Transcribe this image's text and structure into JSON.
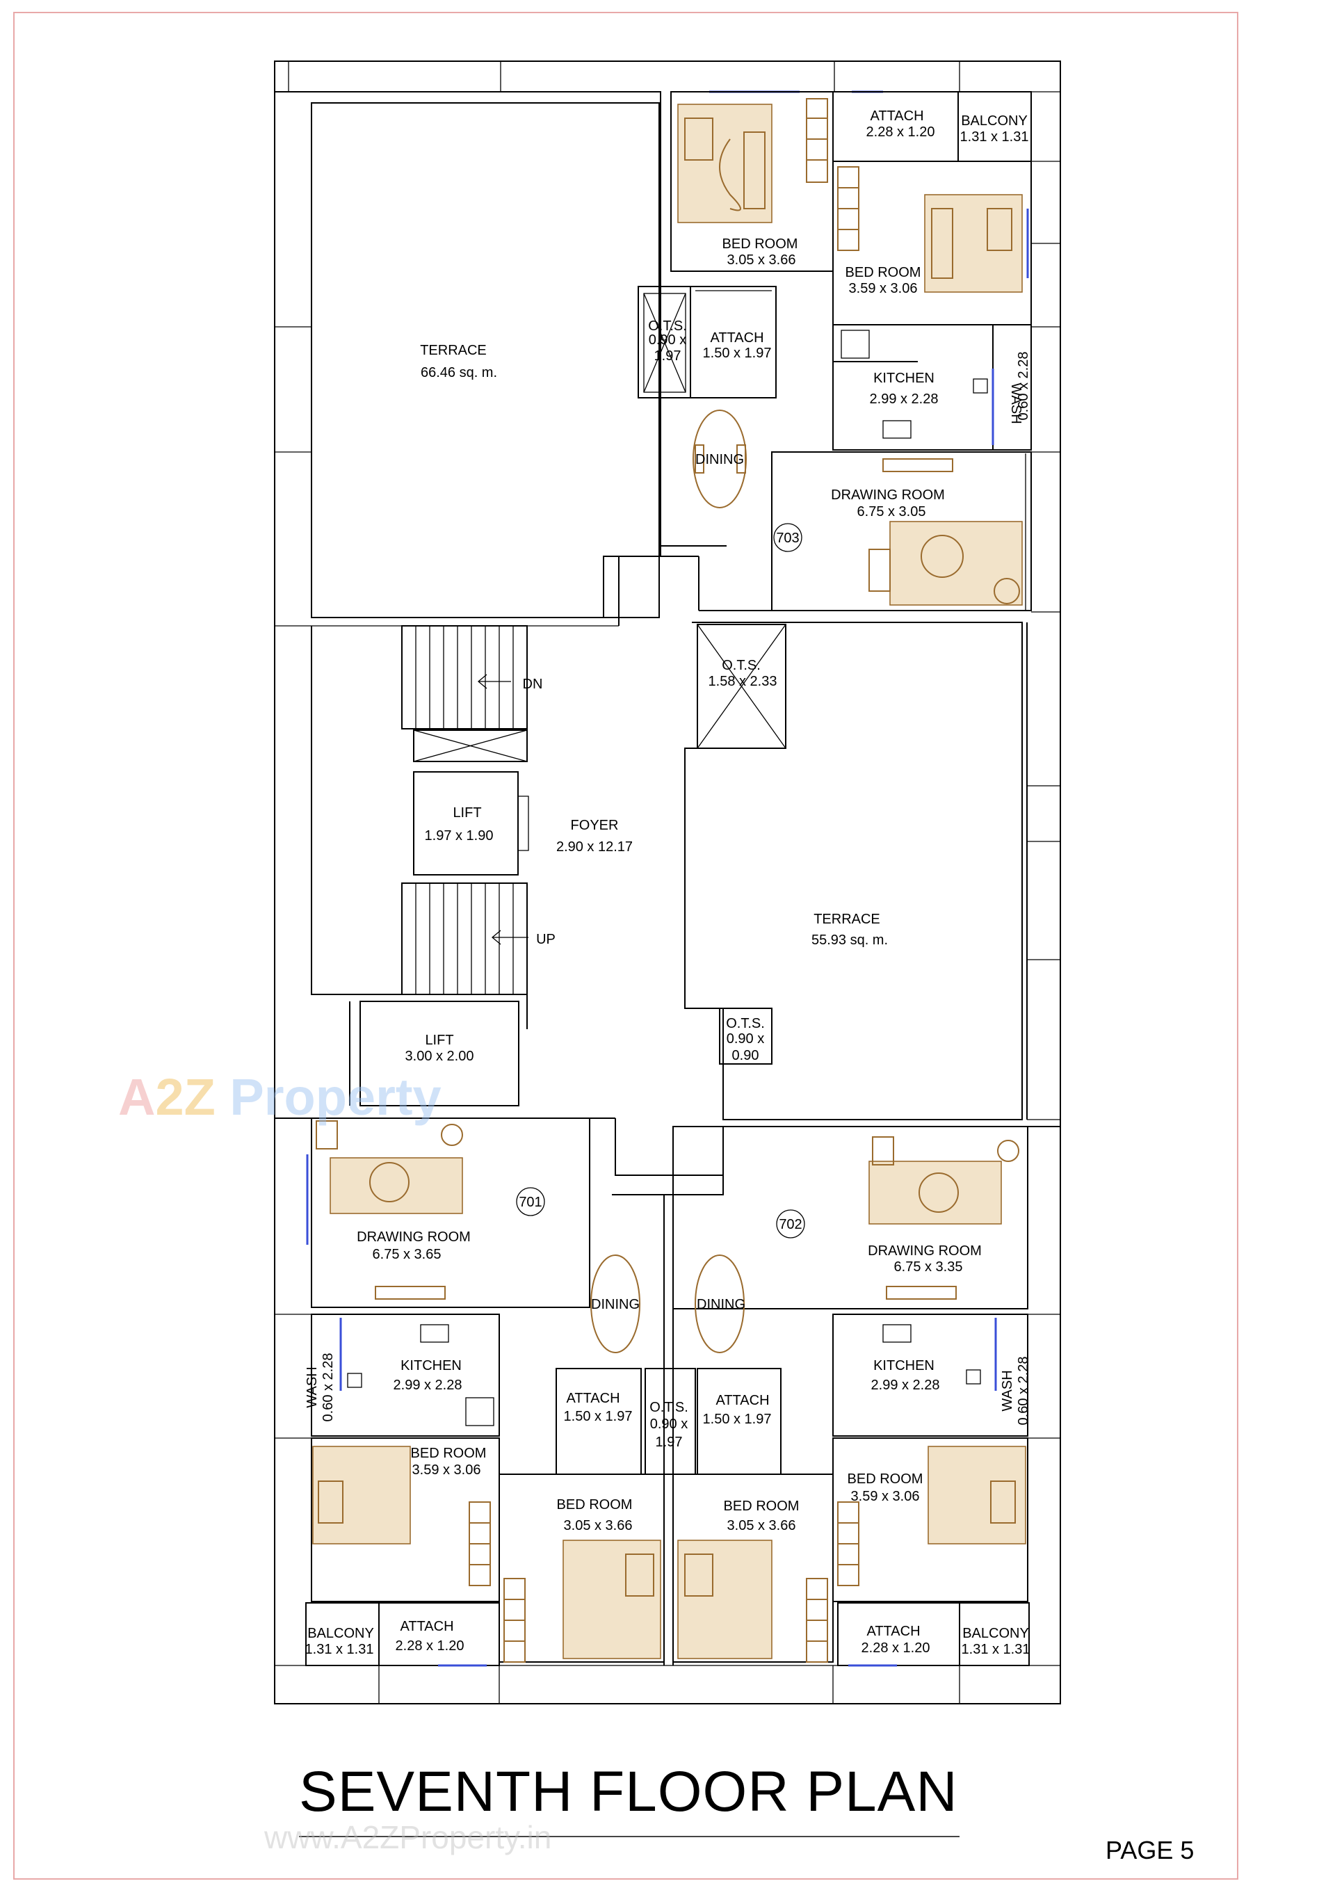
{
  "rooms": {
    "terrace_top": {
      "name": "TERRACE",
      "size": "66.46 sq. m."
    },
    "bed_703_a": {
      "name": "BED ROOM",
      "size": "3.05 x 3.66"
    },
    "attach_703_top": {
      "name": "ATTACH",
      "size": "2.28 x 1.20"
    },
    "balcony_703": {
      "name": "BALCONY",
      "size": "1.31 x 1.31"
    },
    "bed_703_b": {
      "name": "BED ROOM",
      "size": "3.59 x 3.06"
    },
    "ots_703": {
      "name": "O.T.S.",
      "size_a": "0.90 x",
      "size_b": "1.97"
    },
    "attach_703_mid": {
      "name": "ATTACH",
      "size": "1.50 x 1.97"
    },
    "kitchen_703": {
      "name": "KITCHEN",
      "size": "2.99 x 2.28"
    },
    "wash_703": {
      "name": "WASH",
      "size": "0.60 x 2.28"
    },
    "dining_703": {
      "name": "DINING"
    },
    "drawing_703": {
      "name": "DRAWING ROOM",
      "size": "6.75 x 3.05"
    },
    "unit_703": {
      "number": "703"
    },
    "ots_center": {
      "name": "O.T.S.",
      "size": "1.58 x 2.33"
    },
    "stairs_dn": {
      "label": "DN"
    },
    "stairs_up": {
      "label": "UP"
    },
    "lift_a": {
      "name": "LIFT",
      "size": "1.97 x 1.90"
    },
    "foyer": {
      "name": "FOYER",
      "size": "2.90 x 12.17"
    },
    "terrace_right": {
      "name": "TERRACE",
      "size": "55.93 sq. m."
    },
    "ots_small": {
      "name": "O.T.S.",
      "size_a": "0.90 x",
      "size_b": "0.90"
    },
    "lift_b": {
      "name": "LIFT",
      "size": "3.00 x 2.00"
    },
    "unit_701": {
      "number": "701"
    },
    "drawing_701": {
      "name": "DRAWING ROOM",
      "size": "6.75 x 3.65"
    },
    "dining_701": {
      "name": "DINING"
    },
    "kitchen_701": {
      "name": "KITCHEN",
      "size": "2.99 x 2.28"
    },
    "wash_701": {
      "name": "WASH",
      "size": "0.60 x 2.28"
    },
    "attach_701_mid": {
      "name": "ATTACH",
      "size": "1.50 x 1.97"
    },
    "ots_bottom": {
      "name": "O.T.S.",
      "size_a": "0.90 x",
      "size_b": "1.97"
    },
    "bed_701_a": {
      "name": "BED ROOM",
      "size": "3.59 x 3.06"
    },
    "bed_701_b": {
      "name": "BED ROOM",
      "size": "3.05 x 3.66"
    },
    "balcony_701": {
      "name": "BALCONY",
      "size": "1.31 x 1.31"
    },
    "attach_701_bot": {
      "name": "ATTACH",
      "size": "2.28 x 1.20"
    },
    "unit_702": {
      "number": "702"
    },
    "drawing_702": {
      "name": "DRAWING ROOM",
      "size": "6.75 x 3.35"
    },
    "dining_702": {
      "name": "DINING"
    },
    "kitchen_702": {
      "name": "KITCHEN",
      "size": "2.99 x 2.28"
    },
    "wash_702": {
      "name": "WASH",
      "size": "0.60 x 2.28"
    },
    "attach_702_mid": {
      "name": "ATTACH",
      "size": "1.50 x 1.97"
    },
    "bed_702_a": {
      "name": "BED ROOM",
      "size": "3.05 x 3.66"
    },
    "bed_702_b": {
      "name": "BED ROOM",
      "size": "3.59 x 3.06"
    },
    "attach_702_bot": {
      "name": "ATTACH",
      "size": "2.28 x 1.20"
    },
    "balcony_702": {
      "name": "BALCONY",
      "size": "1.31 x 1.31"
    }
  },
  "title": "SEVENTH FLOOR PLAN",
  "page": "PAGE 5",
  "watermark": {
    "logo_a": "A",
    "logo_z": "2Z",
    "logo_p": " Property",
    "url": "www.A2ZProperty.in"
  }
}
